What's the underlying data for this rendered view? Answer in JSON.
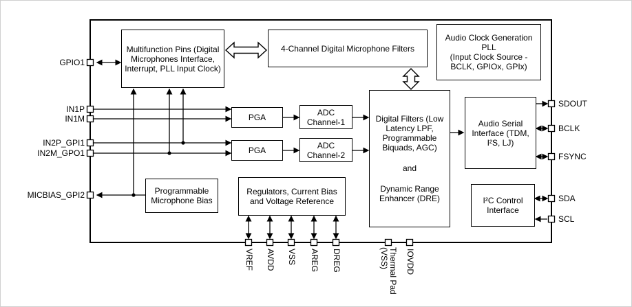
{
  "blocks": {
    "multifunction": "Multifunction Pins (Digital Microphones Interface, Interrupt, PLL Input Clock)",
    "mic_filters": "4-Channel Digital Microphone Filters",
    "pll_title": "Audio Clock Generation PLL",
    "pll_sub": "(Input Clock Source - BCLK, GPIOx, GPIx)",
    "pga1": "PGA",
    "pga2": "PGA",
    "adc1": "ADC Channel-1",
    "adc2": "ADC Channel-2",
    "digital_filters_1": "Digital Filters (Low Latency LPF, Programmable Biquads, AGC)",
    "digital_filters_2": "and",
    "digital_filters_3": "Dynamic Range Enhancer (DRE)",
    "asi": "Audio Serial Interface (TDM, I²S, LJ)",
    "mic_bias": "Programmable Microphone Bias",
    "regulators": "Regulators, Current Bias and Voltage Reference",
    "i2c": "I²C Control Interface"
  },
  "pins": {
    "left": [
      "GPIO1",
      "IN1P",
      "IN1M",
      "IN2P_GPI1",
      "IN2M_GPO1",
      "MICBIAS_GPI2"
    ],
    "right": [
      "SDOUT",
      "BCLK",
      "FSYNC",
      "SDA",
      "SCL"
    ],
    "bottom": [
      "VREF",
      "AVDD",
      "VSS",
      "AREG",
      "DREG",
      "Thermal Pad (VSS)",
      "IOVDD"
    ]
  },
  "colors": {
    "line": "#000000",
    "block_border": "#000000",
    "background": "#ffffff"
  }
}
